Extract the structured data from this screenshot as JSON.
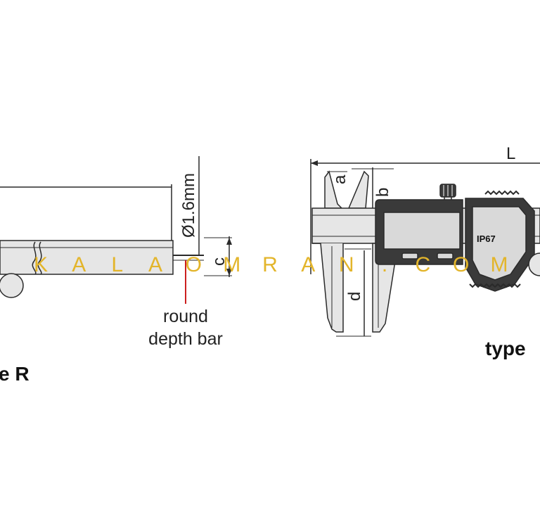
{
  "labels": {
    "diameter": "Ø1.6mm",
    "dim_c": "c",
    "note_line1": "round",
    "note_line2": "depth bar",
    "type_left": "e R",
    "dim_L": "L",
    "dim_a": "a",
    "dim_b": "b",
    "dim_d": "d",
    "ip_rating": "IP67",
    "type_right": "type"
  },
  "watermark": {
    "letters": [
      "K",
      "A",
      "L",
      "A",
      "O",
      "M",
      "R",
      "A",
      "N",
      ".",
      "C",
      "O",
      "M"
    ],
    "color": "#e3b52b"
  },
  "colors": {
    "line": "#2a2a2a",
    "body_fill": "#e6e6e6",
    "dark_fill": "#3a3a3a",
    "leader_red": "#cc1f1f",
    "lcd_fill": "#d9d9d9"
  }
}
